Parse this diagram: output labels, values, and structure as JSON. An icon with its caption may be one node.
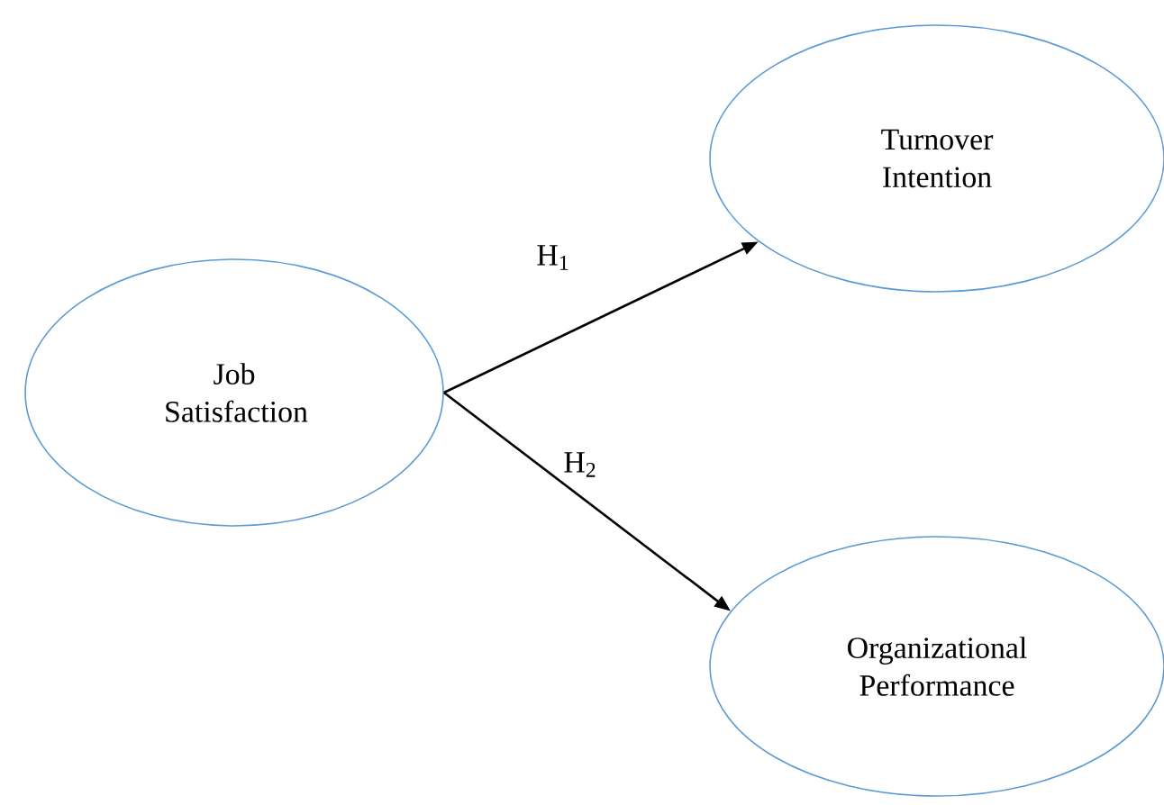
{
  "diagram": {
    "nodes": [
      {
        "text": [
          "Job Satisfaction"
        ]
      },
      {
        "text": [
          "Turnover Intention"
        ]
      },
      {
        "text": [
          "Organizational Performance"
        ]
      }
    ],
    "edges": [
      {
        "from": 0,
        "to": 1,
        "arrow": "to",
        "label": "H$_{1}$"
      },
      {
        "from": 0,
        "to": 2,
        "arrow": "to",
        "label": "H$_{2}$"
      }
    ]
  }
}
